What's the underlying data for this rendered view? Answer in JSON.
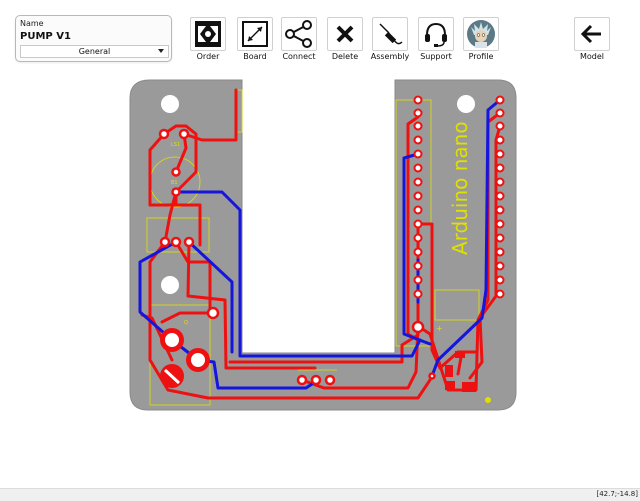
{
  "name_panel": {
    "label": "Name",
    "value": "PUMP V1",
    "view_select": "General"
  },
  "toolbar": {
    "order": "Order",
    "board": "Board",
    "connect": "Connect",
    "delete": "Delete",
    "assembly": "Assembly",
    "support": "Support",
    "profile": "Profile",
    "model": "Model"
  },
  "board": {
    "arduino_label": "Arduino nano",
    "silk_ls1": "LS1",
    "silk_b1": "B1",
    "silk_q": "Q",
    "silk_plus": "+"
  },
  "colors": {
    "board": "#999999",
    "top_trace": "#ee1111",
    "bottom_trace": "#1515dd",
    "silkscreen": "#e0e000",
    "pad_ring": "#ee1111"
  },
  "status": {
    "coords": "[42.7;-14.8]"
  }
}
